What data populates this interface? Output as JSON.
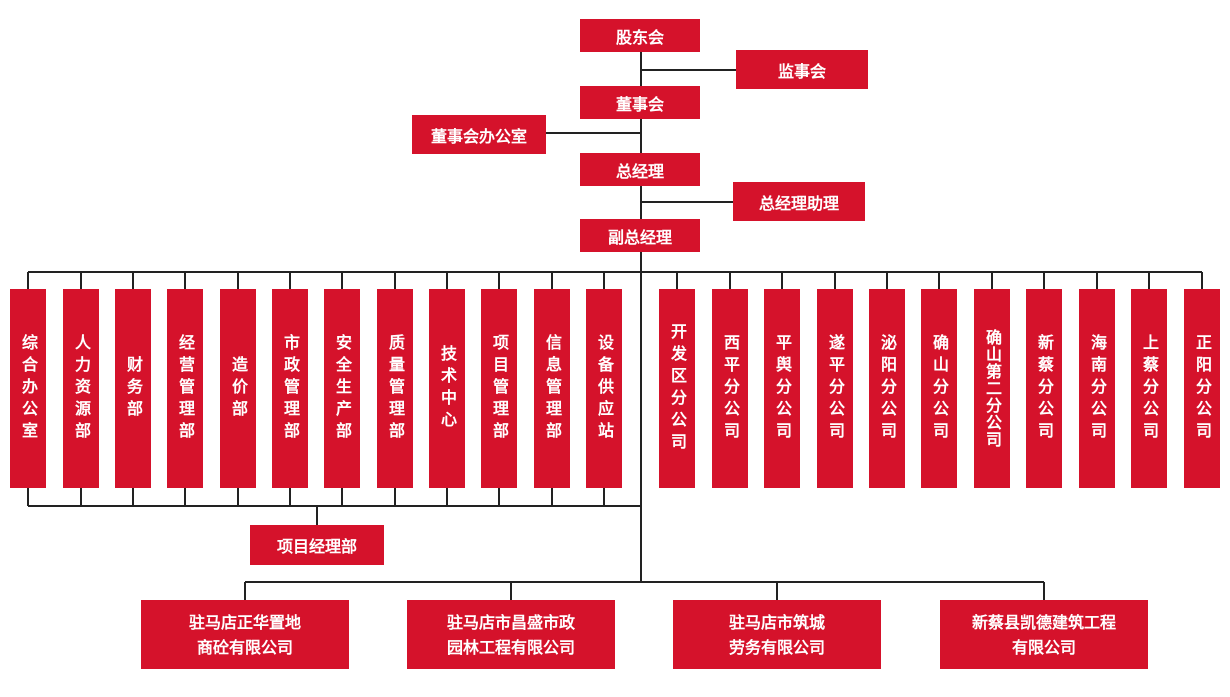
{
  "top": {
    "shareholders": "股东会",
    "supervisors": "监事会",
    "board": "董事会",
    "board_office": "董事会办公室",
    "gm": "总经理",
    "gm_assistant": "总经理助理",
    "deputy_gm": "副总经理",
    "project_dept": "项目经理部"
  },
  "departments": [
    "综合办公室",
    "人力资源部",
    "财务部",
    "经营管理部",
    "造价部",
    "市政管理部",
    "安全生产部",
    "质量管理部",
    "技术中心",
    "项目管理部",
    "信息管理部",
    "设备供应站"
  ],
  "branches": [
    "开发区分公司",
    "西平分公司",
    "平舆分公司",
    "遂平分公司",
    "泌阳分公司",
    "确山分公司",
    "确山第二分公司",
    "新蔡分公司",
    "海南分公司",
    "上蔡分公司",
    "正阳分公司"
  ],
  "subsidiaries": [
    "驻马店正华置地\n商砼有限公司",
    "驻马店市昌盛市政\n园林工程有限公司",
    "驻马店市筑城\n劳务有限公司",
    "新蔡县凯德建筑工程\n有限公司"
  ],
  "colors": {
    "box": "#d5122b",
    "line": "#222222",
    "text": "#ffffff"
  }
}
